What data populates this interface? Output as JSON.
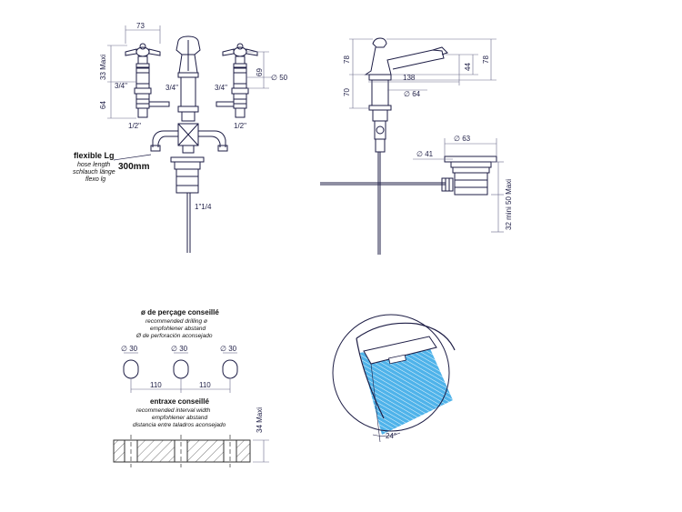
{
  "colors": {
    "line": "#1e1e46",
    "dim": "#6a6a8a",
    "accent": "#1f8fd6",
    "hatch": "#555555"
  },
  "front_view": {
    "dim_top_width": "73",
    "dim_handle_height": "33 Maxi",
    "dim_body_height": "64",
    "dim_spout_height": "69",
    "dim_diameter": "∅ 50",
    "thread_left": "3/4\"",
    "thread_center": "3/4\"",
    "thread_right": "3/4\"",
    "conn_left": "1/2\"",
    "conn_right": "1/2\"",
    "hose_label": "flexible Lg",
    "hose_en": "hose length",
    "hose_de": "schlauch länge",
    "hose_es": "flexo lg",
    "hose_length": "300mm",
    "drain_thread": "1\"1/4"
  },
  "side_view": {
    "dim_upper": "78",
    "dim_lower": "70",
    "dim_reach": "138",
    "dim_base_diameter": "∅ 64",
    "dim_outlet": "44",
    "dim_total": "78"
  },
  "waste_view": {
    "dim_top_diameter": "∅ 63",
    "dim_hole_diameter": "∅ 41",
    "dim_thickness": "32 mini 50 Maxi"
  },
  "drilling": {
    "title": "ø de perçage conseillé",
    "en": "recommended drilling ø",
    "de": "empfohlener abstand",
    "es": "Ø de perforación aconsejado",
    "hole_1": "∅ 30",
    "hole_2": "∅ 30",
    "hole_3": "∅ 30",
    "spacing_1": "110",
    "spacing_2": "110"
  },
  "interval": {
    "title": "entraxe conseillé",
    "en": "recommended interval width",
    "de": "empfohlener abstand",
    "es": "distancia entre taladros aconsejado",
    "dim_thickness": "34 Maxi"
  },
  "aerator": {
    "angle": "24°"
  }
}
